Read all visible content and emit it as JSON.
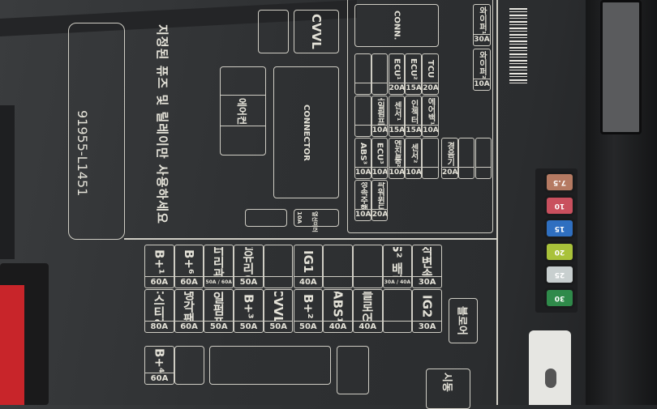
{
  "notice": "지정된 퓨즈 및 릴레이만 사용하세요",
  "part_number": "91955-L1451",
  "relays": {
    "cvvl": "CVVL",
    "aircon": "에어컨",
    "connector": "CONNECTOR",
    "mirror_label": "열선미러",
    "mirror_amp": "10A"
  },
  "fuse_block": {
    "conn": "CONN.",
    "wiper1": {
      "label": "와이퍼¹",
      "amp": "30A"
    },
    "wiper2": {
      "label": "와이퍼²",
      "amp": "10A"
    },
    "rows": [
      [
        {
          "label": "",
          "amp": ""
        },
        {
          "label": "",
          "amp": ""
        },
        {
          "label": "ECU¹",
          "amp": "20A"
        },
        {
          "label": "ECU²",
          "amp": "15A"
        },
        {
          "label": "TCU",
          "amp": "20A"
        }
      ],
      [
        {
          "label": "",
          "amp": ""
        },
        {
          "label": "오일펌프²",
          "amp": "10A"
        },
        {
          "label": "센서¹",
          "amp": "15A"
        },
        {
          "label": "인젝터",
          "amp": "15A"
        },
        {
          "label": "에어백¹",
          "amp": "10A"
        }
      ],
      [
        {
          "label": "ABS³",
          "amp": "10A"
        },
        {
          "label": "ECU³",
          "amp": "10A"
        },
        {
          "label": "엔진룸²",
          "amp": "10A"
        },
        {
          "label": "센서²",
          "amp": "10A"
        },
        {
          "label": "",
          "amp": ""
        },
        {
          "label": "경음기",
          "amp": "20A"
        },
        {
          "label": "",
          "amp": ""
        },
        {
          "label": "",
          "amp": ""
        }
      ],
      [
        {
          "label": "정속주행",
          "amp": "10A"
        },
        {
          "label": "파워윈도",
          "amp": "20A"
        }
      ]
    ]
  },
  "main_table": {
    "rows": [
      [
        {
          "label": "B+¹",
          "amp": "60A"
        },
        {
          "label": "B+⁶",
          "amp": "60A"
        },
        {
          "label": "배터리관리",
          "amp": "50A / 60A"
        },
        {
          "label": "열선유리(뒤)",
          "amp": "50A"
        },
        {
          "label": "",
          "amp": ""
        },
        {
          "label": "IG1",
          "amp": "40A"
        },
        {
          "label": "",
          "amp": ""
        },
        {
          "label": "",
          "amp": ""
        },
        {
          "label": "ABS² 배터리",
          "amp": "30A / 40A"
        },
        {
          "label": "전자식변속레버",
          "amp": "30A"
        }
      ],
      [
        {
          "label": "파워스티어링",
          "amp": "80A"
        },
        {
          "label": "냉각팬",
          "amp": "60A"
        },
        {
          "label": "오일펌프¹",
          "amp": "50A"
        },
        {
          "label": "B+³",
          "amp": "50A"
        },
        {
          "label": "CVVL",
          "amp": "50A"
        },
        {
          "label": "B+²",
          "amp": "50A"
        },
        {
          "label": "ABS¹",
          "amp": "40A"
        },
        {
          "label": "블로어",
          "amp": "40A"
        },
        {
          "label": "",
          "amp": ""
        },
        {
          "label": "IG2",
          "amp": "30A"
        }
      ]
    ],
    "blower_relay": "블로어",
    "b4": {
      "label": "B+⁴",
      "amp": "60A"
    },
    "start_relay": "시동"
  },
  "spare_fuses": [
    {
      "value": "7.5",
      "color": "#b57a62"
    },
    {
      "value": "10",
      "color": "#c9505e"
    },
    {
      "value": "15",
      "color": "#2f6fc0"
    },
    {
      "value": "20",
      "color": "#a9c23a"
    },
    {
      "value": "25",
      "color": "#c8cfcf"
    },
    {
      "value": "30",
      "color": "#2f8a4a"
    }
  ]
}
